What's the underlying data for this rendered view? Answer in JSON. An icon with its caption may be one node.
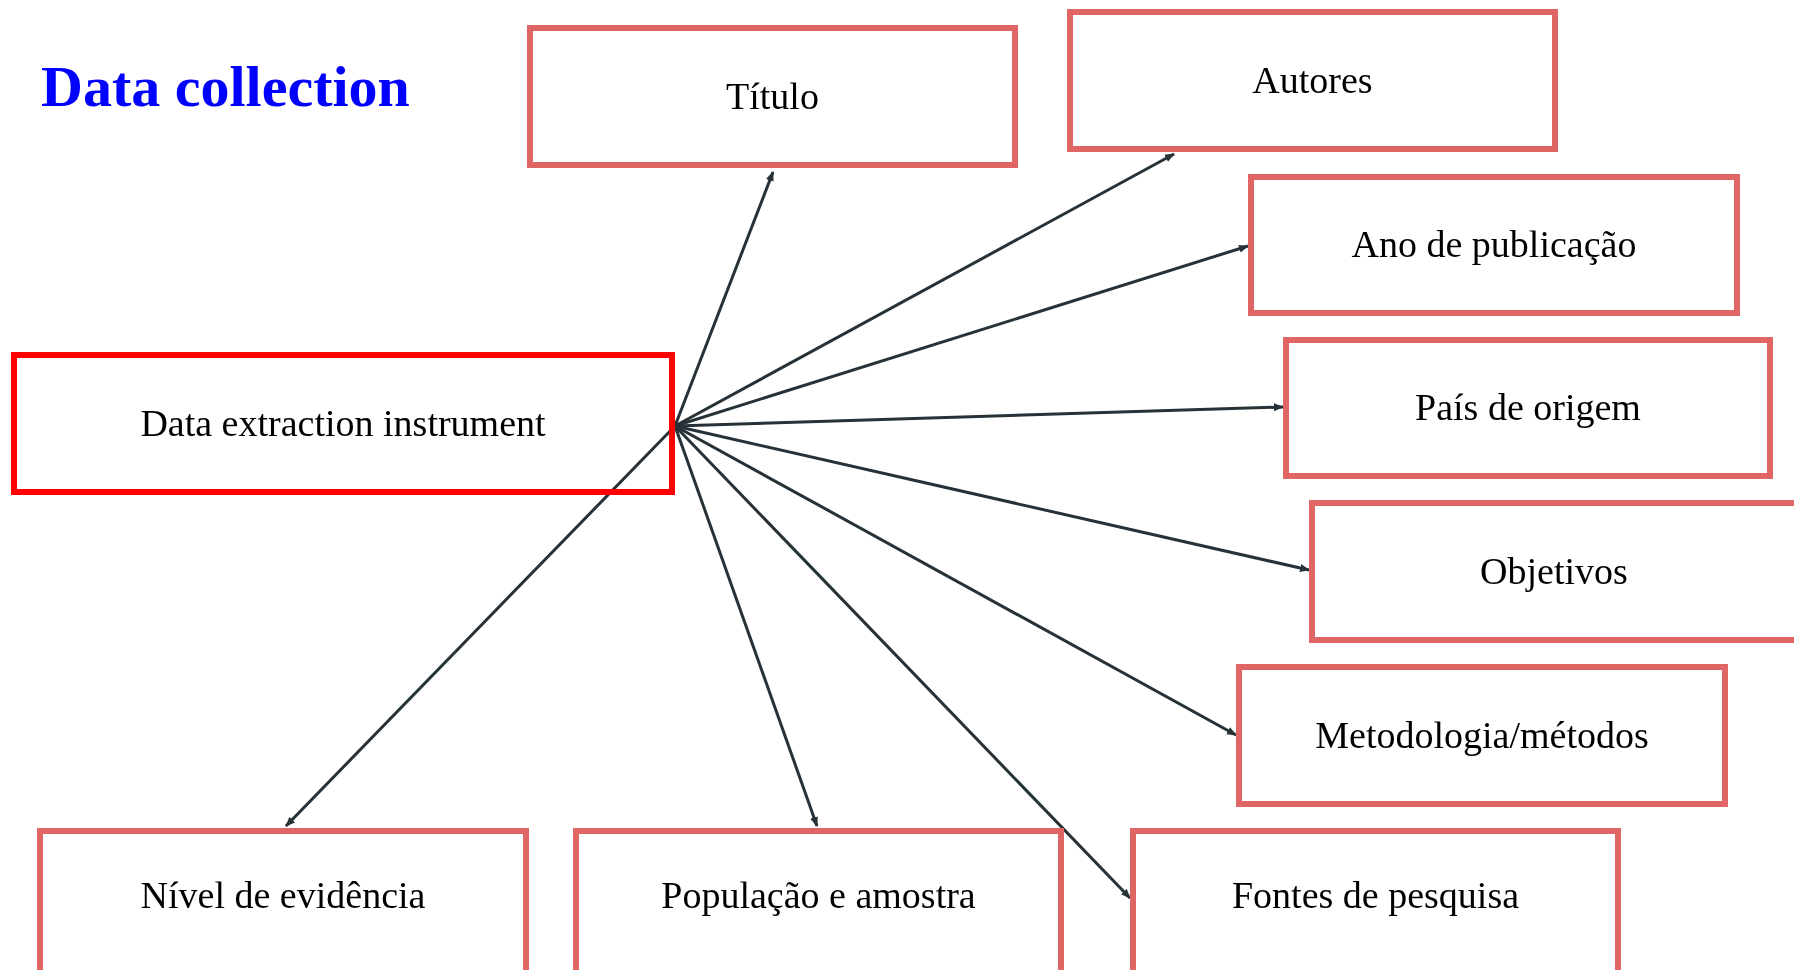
{
  "diagram": {
    "title": "Data collection",
    "nodes": [
      {
        "text": [
          "Data extraction instrument"
        ]
      },
      {
        "text": [
          "Título"
        ]
      },
      {
        "text": [
          "Autores"
        ]
      },
      {
        "text": [
          "Ano de publicação"
        ]
      },
      {
        "text": [
          "País de origem"
        ]
      },
      {
        "text": [
          "Objetivos"
        ]
      },
      {
        "text": [
          "Metodologia/métodos"
        ]
      },
      {
        "text": [
          "Nível de evidência"
        ]
      },
      {
        "text": [
          "População e amostra"
        ]
      },
      {
        "text": [
          "Fontes de pesquisa"
        ]
      }
    ],
    "edges": [
      {
        "from": 0,
        "to": 1,
        "arrow": "to"
      },
      {
        "from": 0,
        "to": 2,
        "arrow": "to"
      },
      {
        "from": 0,
        "to": 3,
        "arrow": "to"
      },
      {
        "from": 0,
        "to": 4,
        "arrow": "to"
      },
      {
        "from": 0,
        "to": 5,
        "arrow": "to"
      },
      {
        "from": 0,
        "to": 6,
        "arrow": "to"
      },
      {
        "from": 0,
        "to": 7,
        "arrow": "to"
      },
      {
        "from": 0,
        "to": 8,
        "arrow": "to"
      },
      {
        "from": 0,
        "to": 9,
        "arrow": "to"
      }
    ]
  }
}
